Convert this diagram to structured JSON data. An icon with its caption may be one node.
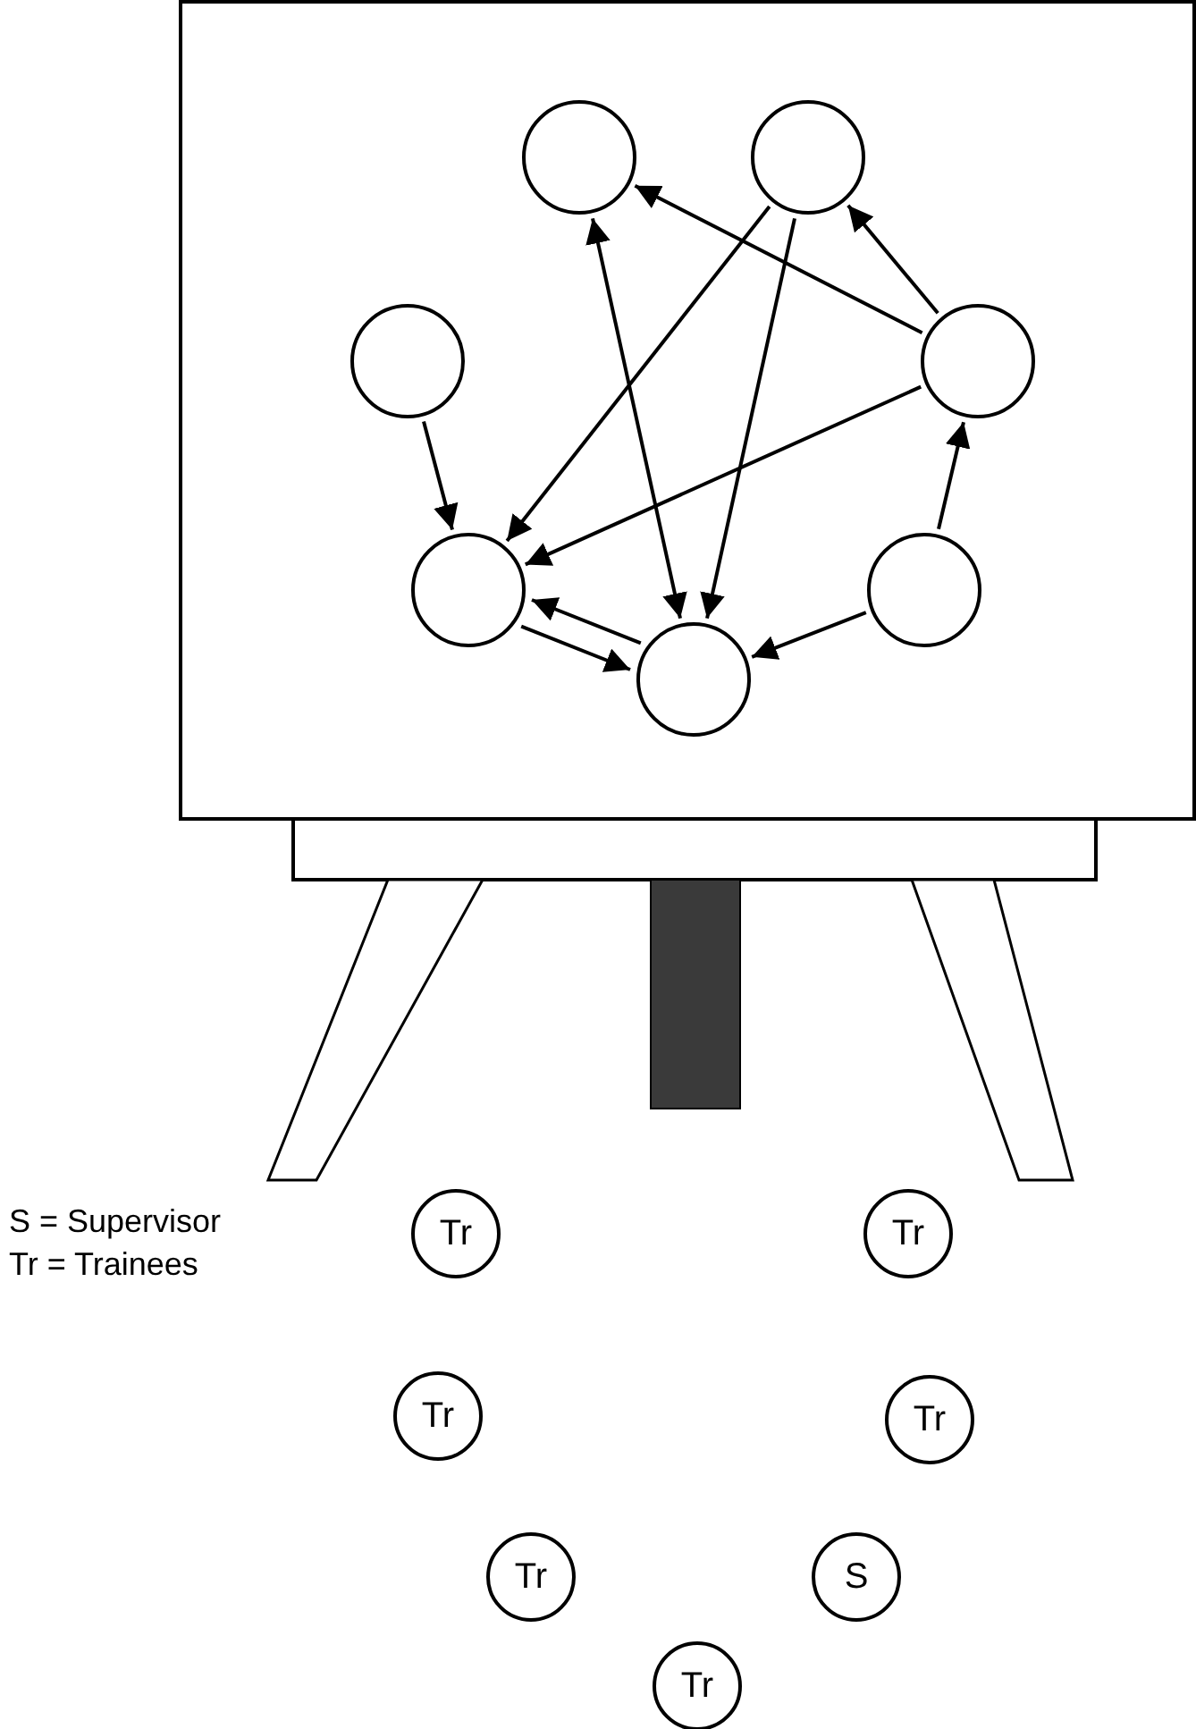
{
  "diagram": {
    "nodes": [
      {
        "text": [],
        "shape": "circle"
      },
      {
        "text": [],
        "shape": "circle"
      },
      {
        "text": [],
        "shape": "circle"
      },
      {
        "text": [],
        "shape": "circle"
      },
      {
        "text": [],
        "shape": "circle"
      },
      {
        "text": [],
        "shape": "circle"
      },
      {
        "text": [],
        "shape": "circle"
      },
      {
        "text": [
          "Tr"
        ]
      },
      {
        "text": [
          "Tr"
        ]
      },
      {
        "text": [
          "Tr"
        ]
      },
      {
        "text": [
          "Tr"
        ]
      },
      {
        "text": [
          "Tr"
        ]
      },
      {
        "text": [
          "S"
        ]
      },
      {
        "text": [
          "Tr"
        ]
      }
    ],
    "edges": [
      {
        "from": 2,
        "to": 4,
        "arrow": "to"
      },
      {
        "from": 1,
        "to": 4,
        "arrow": "to"
      },
      {
        "from": 3,
        "to": 4,
        "arrow": "to"
      },
      {
        "from": 0,
        "to": 6,
        "arrow": "both"
      },
      {
        "from": 1,
        "to": 6,
        "arrow": "to"
      },
      {
        "from": 3,
        "to": 0,
        "arrow": "to"
      },
      {
        "from": 3,
        "to": 1,
        "arrow": "to"
      },
      {
        "from": 5,
        "to": 3,
        "arrow": "to"
      },
      {
        "from": 5,
        "to": 6,
        "arrow": "to"
      },
      {
        "from": 6,
        "to": 4,
        "arrow": "to"
      },
      {
        "from": 4,
        "to": 6,
        "arrow": "to"
      }
    ],
    "labels": [
      "S = Supervisor",
      "Tr = Trainees"
    ]
  }
}
